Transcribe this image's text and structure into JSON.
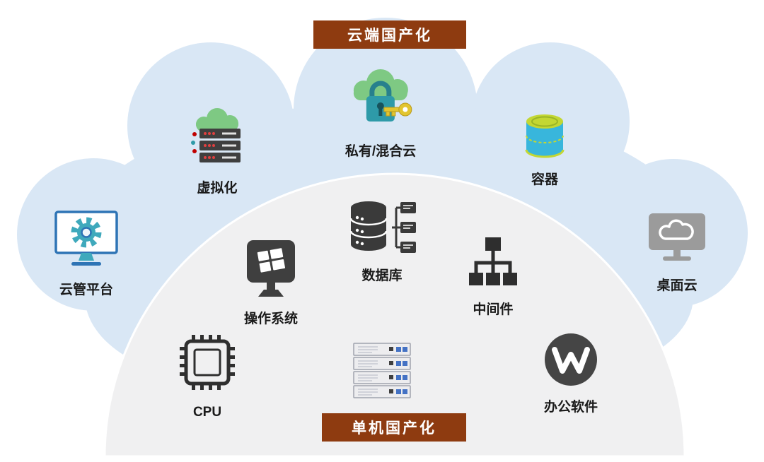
{
  "banners": {
    "top": "云端国产化",
    "bottom": "单机国产化"
  },
  "nodes": {
    "virtualization": {
      "label": "虚拟化"
    },
    "private_hybrid_cloud": {
      "label": "私有/混合云"
    },
    "container": {
      "label": "容器"
    },
    "cloud_management": {
      "label": "云管平台"
    },
    "desktop_cloud": {
      "label": "桌面云"
    },
    "database": {
      "label": "数据库"
    },
    "operating_system": {
      "label": "操作系统"
    },
    "middleware": {
      "label": "中间件"
    },
    "cpu": {
      "label": "CPU"
    },
    "office_software": {
      "label": "办公软件"
    }
  },
  "icons": {
    "virtualization": "server-stack-with-green-cloud",
    "private_hybrid_cloud": "green-cloud-with-teal-lock-and-yellow-key",
    "container": "teal-cylinder-with-green-top",
    "cloud_management": "blue-monitor-with-teal-gear",
    "desktop_cloud": "gray-monitor-with-white-cloud",
    "database": "dark-cylinder-with-three-boxes",
    "operating_system": "dark-monitor-with-windows-flag",
    "middleware": "dark-tree-hierarchy",
    "cpu": "chip-outline-with-pins",
    "server": "light-server-rack-with-blue-squares",
    "office_software": "dark-circle-with-white-w"
  },
  "colors": {
    "banner": "#8e3b10",
    "cloud_background": "#d9e7f5",
    "dome_background": "#f0f0f1",
    "icon_dark": "#3f3f3f",
    "green_cloud": "#7ec983",
    "lock_teal": "#2e9aa8",
    "key_yellow": "#e2c52f",
    "container_body": "#38b6dc",
    "container_edge": "#c3d733",
    "monitor_blue": "#2e74b5",
    "gear_teal": "#3fa9bc",
    "monitor_gray": "#9b9b9b",
    "server_accent_blue": "#4472c4",
    "label_text": "#1a1a1a"
  }
}
